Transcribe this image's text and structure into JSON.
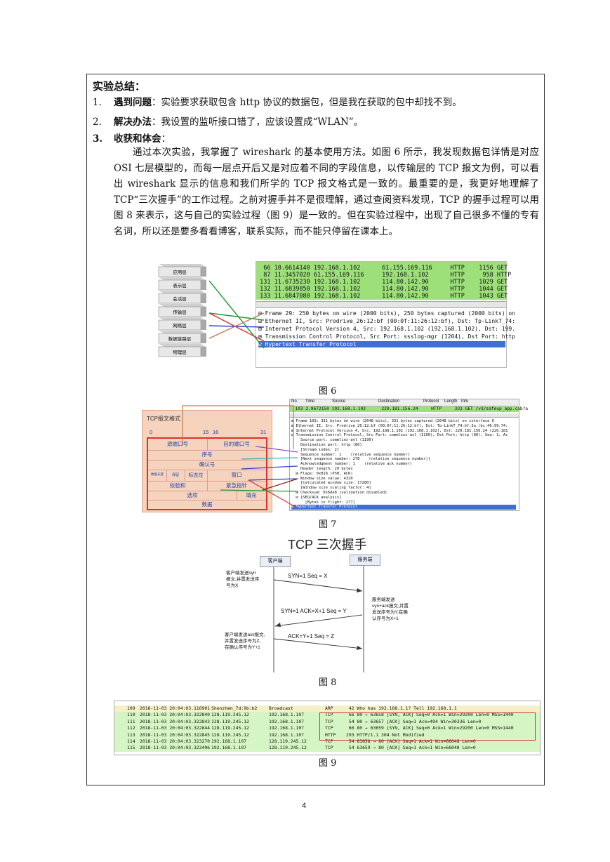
{
  "summary": {
    "title": "实验总结：",
    "items": [
      {
        "num": "1.",
        "head": "遇到问题",
        "text": "：实验要求获取包含 http 协议的数据包，但是我在获取的包中却找不到。"
      },
      {
        "num": "2.",
        "head": "解决办法",
        "text": "：我设置的监听接口错了，应该设置成“WLAN”。"
      },
      {
        "num": "3.",
        "head": "收获和体会",
        "text": "："
      }
    ],
    "paragraph": "通过本次实验，我掌握了 wireshark 的基本使用方法。如图 6 所示，我发现数据包详情是对应 OSI 七层模型的，而每一层点开后又是对应着不同的字段信息，以传输层的 TCP 报文为例，可以看出 wireshark 显示的信息和我们所学的 TCP 报文格式是一致的。最重要的是，我更好地理解了 TCP“三次握手”的工作过程。之前对握手并不是很理解，通过查阅资料发现，TCP 的握手过程可以用图 8 来表示，这与自己的实验过程（图 9）是一致的。但在实验过程中，出现了自己很多不懂的专有名词，所以还是要多看看博客，联系实际，而不能只停留在课本上。"
  },
  "fig6": {
    "caption": "图 6",
    "layers": [
      "应用层",
      "表示层",
      "会话层",
      "传输层",
      "网络层",
      "数据链路层",
      "物理层"
    ],
    "packets": [
      "  66 10.6614140 192.168.1.102      61.155.169.116     HTTP    1156 GET",
      "  87 11.3457020 61.155.169.116     192.168.1.102      HTTP     958 HTTP",
      " 131 11.6735230 192.168.1.102      114.80.142.90      HTTP    1029 GET",
      " 132 11.6839850 192.168.1.102      114.80.142.90      HTTP    1044 GET",
      " 133 11.6847080 192.168.1.102      114.80.142.90      HTTP    1043 GET"
    ],
    "tree": [
      "⊞ Frame 29: 250 bytes on wire (2000 bits), 250 bytes captured (2000 bits) on",
      "⊞ Ethernet II, Src: Prodrive_26:12:bf (00:0f:11:26:12:bf), Dst: Tp-LinkT_74:",
      "⊞ Internet Protocol Version 4, Src: 192.168.1.102 (192.168.1.102), Dst: 199.",
      "⊞ Transmission Control Protocol, Src Port: ssslog-mgr (1204), Dst Port: http",
      "⊞ Hypertext Transfer Protocol"
    ]
  },
  "fig7": {
    "caption": "图 7",
    "title": "TCP报文格式",
    "bits": [
      "0",
      "15",
      "16",
      "31"
    ],
    "fields": [
      "源端口号",
      "目的端口号",
      "序号",
      "确认号",
      "保留",
      "标志位",
      "窗口",
      "校验和",
      "紧急指针",
      "选项",
      "填充",
      "数据"
    ],
    "small": "数据长度",
    "header": [
      "No.",
      "Time",
      "Source",
      "Destination",
      "Protocol",
      "Length",
      "Info"
    ],
    "packet": "  103 2.9672150 192.168.1.102      220.181.156.24     HTTP     331 GET /v3/safeup_app.cab?a",
    "tree": [
      "⊞ Frame 103: 331 bytes on wire (2648 bits), 331 bytes captured (2648 bits) on interface 0",
      "⊞ Ethernet II, Src: Prodrive_26:12:bf (00:0f:11:26:12:bf), Dst: Tp-LinkT_74:bf:3a (bc:46:99:74:",
      "⊞ Internet Protocol Version 4, Src: 192.168.1.102 (192.168.1.102), Dst: 220.181.156.24 (220.181",
      "⊟ Transmission Control Protocol, Src Port: commlinx-avl (1190), Dst Port: http (80), Seq: 1, Ac",
      "    Source port: commlinx-avl (1190)",
      "    Destination port: http (80)",
      "    [Stream index: 2]",
      "    Sequence number: 1    (relative sequence number)",
      "    [Next sequence number: 278    (relative sequence number)]",
      "    Acknowledgment number: 1    (relative ack number)",
      "    Header length: 20 bytes",
      "  ⊞ Flags: 0x018 (PSH, ACK)",
      "    Window size value: 4320",
      "    [Calculated window size: 17280]",
      "    [Window size scaling factor: 4]",
      "  ⊞ Checksum: 0x6de8 [validation disabled]",
      "  ⊟ [SEQ/ACK analysis]",
      "      [Bytes in flight: 277]",
      "⊞ Hypertext Transfer Protocol"
    ]
  },
  "fig8": {
    "caption": "图 8",
    "title": "TCP 三次握手",
    "client": "客户端",
    "server": "服务端",
    "note1": [
      "客户端发送syn",
      "报文,并置发送序",
      "号为X"
    ],
    "note2": [
      "服务端发送",
      "syn+ack报文,并置",
      "发送序号为Y,在确",
      "认序号为X+1"
    ],
    "note3": [
      "客户端发送ack报文,",
      "并置发送序号为Z,",
      "在确认序号为Y+1"
    ],
    "msg1": "SYN=1  Seq = X",
    "msg2": "SYN=1  ACK=X+1 Seq = Y",
    "msg3": "ACK=Y+1 Seq = Z"
  },
  "fig9": {
    "caption": "图 9",
    "rows": [
      {
        "no": "109",
        "time": "2018-11-03 20:04:03.116901",
        "src": "Shenzhen_7d:9b:b2",
        "dst": "Broadcast",
        "proto": "ARP",
        "info": " 42 Who has 192.168.1.1? Tell 192.168.1.1"
      },
      {
        "no": "110",
        "time": "2018-11-03 20:04:03.322840",
        "src": "128.119.245.12",
        "dst": "192.168.1.107",
        "proto": "TCP",
        "info": " 66 80 → 63658 [SYN, ACK] Seq=0 Ack=1 Win=29200 Len=0 MSS=1440"
      },
      {
        "no": "111",
        "time": "2018-11-03 20:04:03.322843",
        "src": "128.119.245.12",
        "dst": "192.168.1.107",
        "proto": "TCP",
        "info": " 54 80 → 63657 [ACK] Seq=1 Ack=494 Win=30336 Len=0"
      },
      {
        "no": "112",
        "time": "2018-11-03 20:04:03.322844",
        "src": "128.119.245.12",
        "dst": "192.168.1.107",
        "proto": "TCP",
        "info": " 66 80 → 63659 [SYN, ACK] Seq=0 Ack=1 Win=29200 Len=0 MSS=1440"
      },
      {
        "no": "113",
        "time": "2018-11-03 20:04:03.322845",
        "src": "128.119.245.12",
        "dst": "192.168.1.107",
        "proto": "HTTP",
        "info": "293 HTTP/1.1 304 Not Modified"
      },
      {
        "no": "114",
        "time": "2018-11-03 20:04:03.323270",
        "src": "192.168.1.107",
        "dst": "128.119.245.12",
        "proto": "TCP",
        "info": " 54 63658 → 80 [ACK] Seq=1 Ack=1 Win=66048 Len=0"
      },
      {
        "no": "115",
        "time": "2018-11-03 20:04:03.323496",
        "src": "192.168.1.107",
        "dst": "128.119.245.12",
        "proto": "TCP",
        "info": " 54 63659 → 80 [ACK] Seq=1 Ack=1 Win=66048 Len=0"
      }
    ]
  },
  "page_number": "4",
  "colors": {
    "ws_green": "#a8e08c",
    "ws_highlight": "#3d6fd6",
    "red": "#e03030",
    "peach": "#f5d3bc"
  }
}
